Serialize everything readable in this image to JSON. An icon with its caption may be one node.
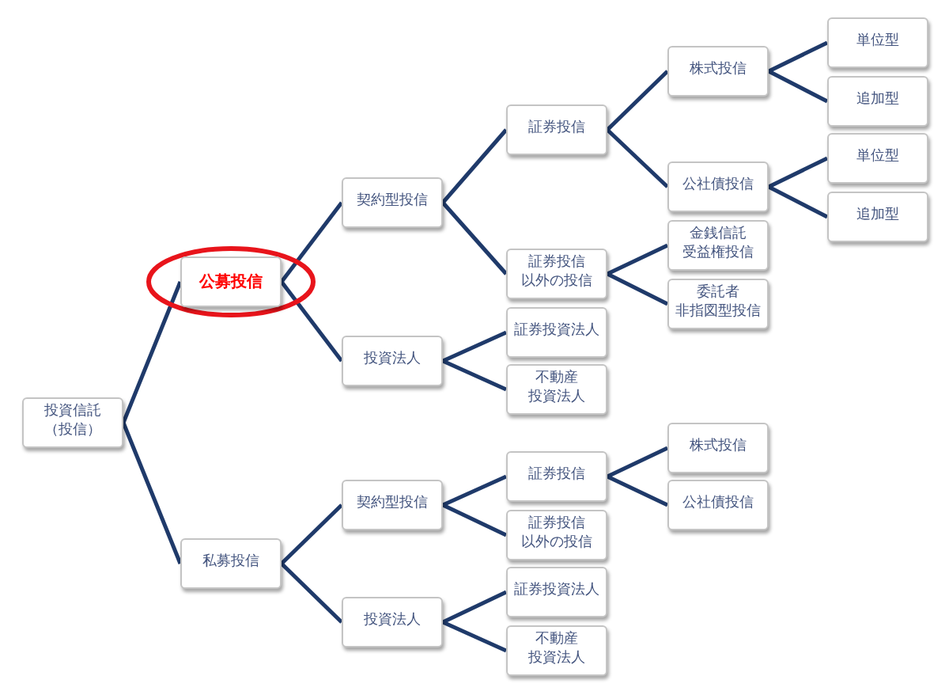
{
  "diagram": {
    "nodes": [
      {
        "text": [
          "投資信託（投信）"
        ]
      },
      {
        "text": [
          "公募投信"
        ]
      },
      {
        "text": [
          "契約型投信"
        ]
      },
      {
        "text": [
          "証券投信"
        ]
      },
      {
        "text": [
          "株式投信"
        ]
      },
      {
        "text": [
          "単位型"
        ]
      },
      {
        "text": [
          "追加型"
        ]
      },
      {
        "text": [
          "公社債投信"
        ]
      },
      {
        "text": [
          "単位型"
        ]
      },
      {
        "text": [
          "追加型"
        ]
      },
      {
        "text": [
          "証券投信以外の投信"
        ]
      },
      {
        "text": [
          "金銭信託受益権投信"
        ]
      },
      {
        "text": [
          "委託者非指図型投信"
        ]
      },
      {
        "text": [
          "投資法人"
        ]
      },
      {
        "text": [
          "証券投資法人"
        ]
      },
      {
        "text": [
          "不動産投資法人"
        ]
      },
      {
        "text": [
          "私募投信"
        ]
      },
      {
        "text": [
          "契約型投信"
        ]
      },
      {
        "text": [
          "証券投信"
        ]
      },
      {
        "text": [
          "株式投信"
        ]
      },
      {
        "text": [
          "公社債投信"
        ]
      },
      {
        "text": [
          "証券投信以外の投信"
        ]
      },
      {
        "text": [
          "投資法人"
        ]
      },
      {
        "text": [
          "証券投資法人"
        ]
      },
      {
        "text": [
          "不動産投資法人"
        ]
      }
    ],
    "edges": [
      {
        "from": 0,
        "to": 1,
        "arrow": "none"
      },
      {
        "from": 1,
        "to": 2,
        "arrow": "none"
      },
      {
        "from": 2,
        "to": 3,
        "arrow": "none"
      },
      {
        "from": 3,
        "to": 4,
        "arrow": "none"
      },
      {
        "from": 4,
        "to": 5,
        "arrow": "none"
      },
      {
        "from": 4,
        "to": 6,
        "arrow": "none"
      },
      {
        "from": 3,
        "to": 7,
        "arrow": "none"
      },
      {
        "from": 7,
        "to": 8,
        "arrow": "none"
      },
      {
        "from": 7,
        "to": 9,
        "arrow": "none"
      },
      {
        "from": 2,
        "to": 10,
        "arrow": "none"
      },
      {
        "from": 10,
        "to": 11,
        "arrow": "none"
      },
      {
        "from": 10,
        "to": 12,
        "arrow": "none"
      },
      {
        "from": 1,
        "to": 13,
        "arrow": "none"
      },
      {
        "from": 13,
        "to": 14,
        "arrow": "none"
      },
      {
        "from": 13,
        "to": 15,
        "arrow": "none"
      },
      {
        "from": 0,
        "to": 16,
        "arrow": "none"
      },
      {
        "from": 16,
        "to": 17,
        "arrow": "none"
      },
      {
        "from": 17,
        "to": 18,
        "arrow": "none"
      },
      {
        "from": 18,
        "to": 19,
        "arrow": "none"
      },
      {
        "from": 18,
        "to": 20,
        "arrow": "none"
      },
      {
        "from": 17,
        "to": 21,
        "arrow": "none"
      },
      {
        "from": 16,
        "to": 22,
        "arrow": "none"
      },
      {
        "from": 22,
        "to": 23,
        "arrow": "none"
      },
      {
        "from": 22,
        "to": 24,
        "arrow": "none"
      }
    ]
  }
}
